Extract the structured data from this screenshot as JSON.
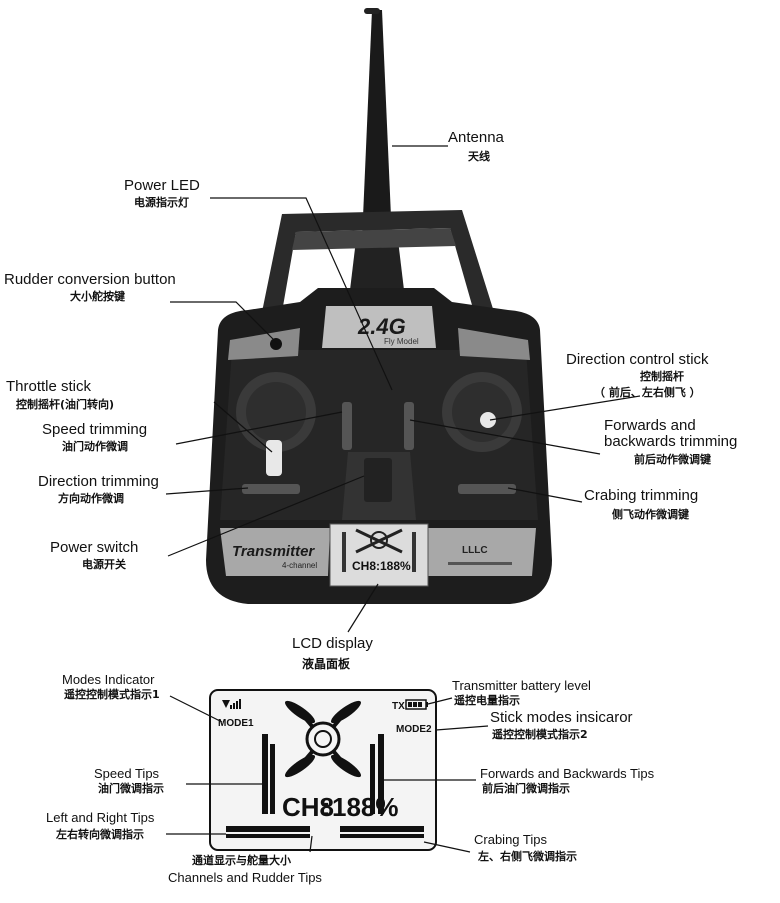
{
  "labels": {
    "antenna": {
      "en": "Antenna",
      "zh": "天线"
    },
    "power_led": {
      "en": "Power LED",
      "zh": "电源指示灯"
    },
    "rudder_conversion": {
      "en": "Rudder conversion button",
      "zh": "大小舵按键"
    },
    "direction_control_stick": {
      "en": "Direction control stick",
      "zh": "控制摇杆",
      "zh2": "（ 前后、左右侧飞 ）"
    },
    "throttle_stick": {
      "en": "Throttle stick",
      "zh": "控制摇杆(油门转向)"
    },
    "speed_trimming": {
      "en": "Speed trimming",
      "zh": "油门动作微调"
    },
    "forwards_backwards_trimming": {
      "en": "Forwards and",
      "en2": "backwards trimming",
      "zh": "前后动作微调键"
    },
    "direction_trimming": {
      "en": "Direction trimming",
      "zh": "方向动作微调"
    },
    "crabing_trimming": {
      "en": "Crabing trimming",
      "zh": "侧飞动作微调键"
    },
    "power_switch": {
      "en": "Power  switch",
      "zh": "电源开关"
    },
    "lcd_display": {
      "en": "LCD display",
      "zh": "液晶面板"
    }
  },
  "device": {
    "badge": "2.4G",
    "badge_sub": "Fly Model",
    "transmitter": "Transmitter",
    "channel": "4-channel",
    "brand": "LLLC"
  },
  "lcd_labels": {
    "modes_indicator": {
      "en": "Modes Indicator",
      "zh": "遥控控制模式指示1"
    },
    "battery_level": {
      "en": "Transmitter battery level",
      "zh": "遥控电量指示"
    },
    "stick_modes": {
      "en": "Stick  modes  insicaror",
      "zh": "遥控控制模式指示2"
    },
    "speed_tips": {
      "en": "Speed Tips",
      "zh": "油门微调指示"
    },
    "fb_tips": {
      "en": "Forwards and Backwards Tips",
      "zh": "前后油门微调指示"
    },
    "lr_tips": {
      "en": "Left and Right Tips",
      "zh": "左右转向微调指示"
    },
    "crabing_tips": {
      "en": "Crabing Tips",
      "zh": "左、右侧飞微调指示"
    },
    "channels_rudder": {
      "zh": "通道显示与舵量大小",
      "en": "Channels and Rudder Tips"
    }
  },
  "lcd": {
    "mode1": "MODE1",
    "mode2": "MODE2",
    "tx": "TX",
    "channel_readout": "CH8",
    "percent_readout": "188%"
  }
}
